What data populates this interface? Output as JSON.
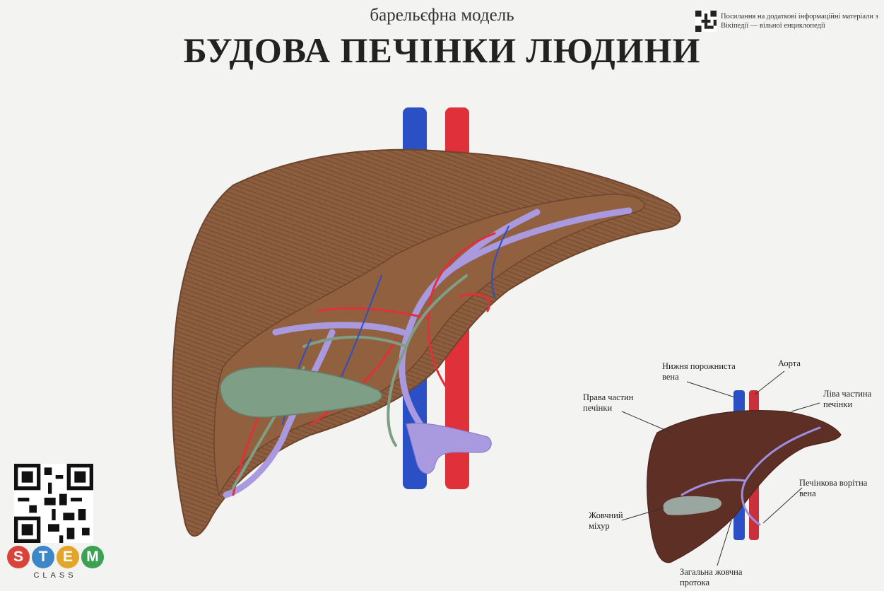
{
  "header": {
    "subtitle": "барельєфна модель",
    "title": "БУДОВА ПЕЧІНКИ ЛЮДИНИ",
    "reference_note": "Посилання на додаткові інформаційні матеріали з Вікіпедії — вільної енциклопедії"
  },
  "labels": {
    "ivc": "Нижня порожниста\nвена",
    "aorta": "Аорта",
    "right_lobe": "Права частин\nпечінки",
    "left_lobe": "Ліва частина\nпечінки",
    "portal_vein": "Печінкова ворітна\nвена",
    "gallbladder": "Жовчний\nміхур",
    "bile_duct": "Загальна жовчна\nпротока"
  },
  "brand": {
    "letters": [
      "S",
      "T",
      "E",
      "M"
    ],
    "letter_colors": [
      "#d9443a",
      "#3c86c9",
      "#e3a52a",
      "#3aa155"
    ],
    "sub": "CLASS"
  },
  "colors": {
    "liver": "#8a5a3c",
    "vein_blue": "#2b4fc4",
    "artery_red": "#e0303a",
    "portal_lilac": "#a99ae0",
    "bile_green": "#7f9e86"
  }
}
